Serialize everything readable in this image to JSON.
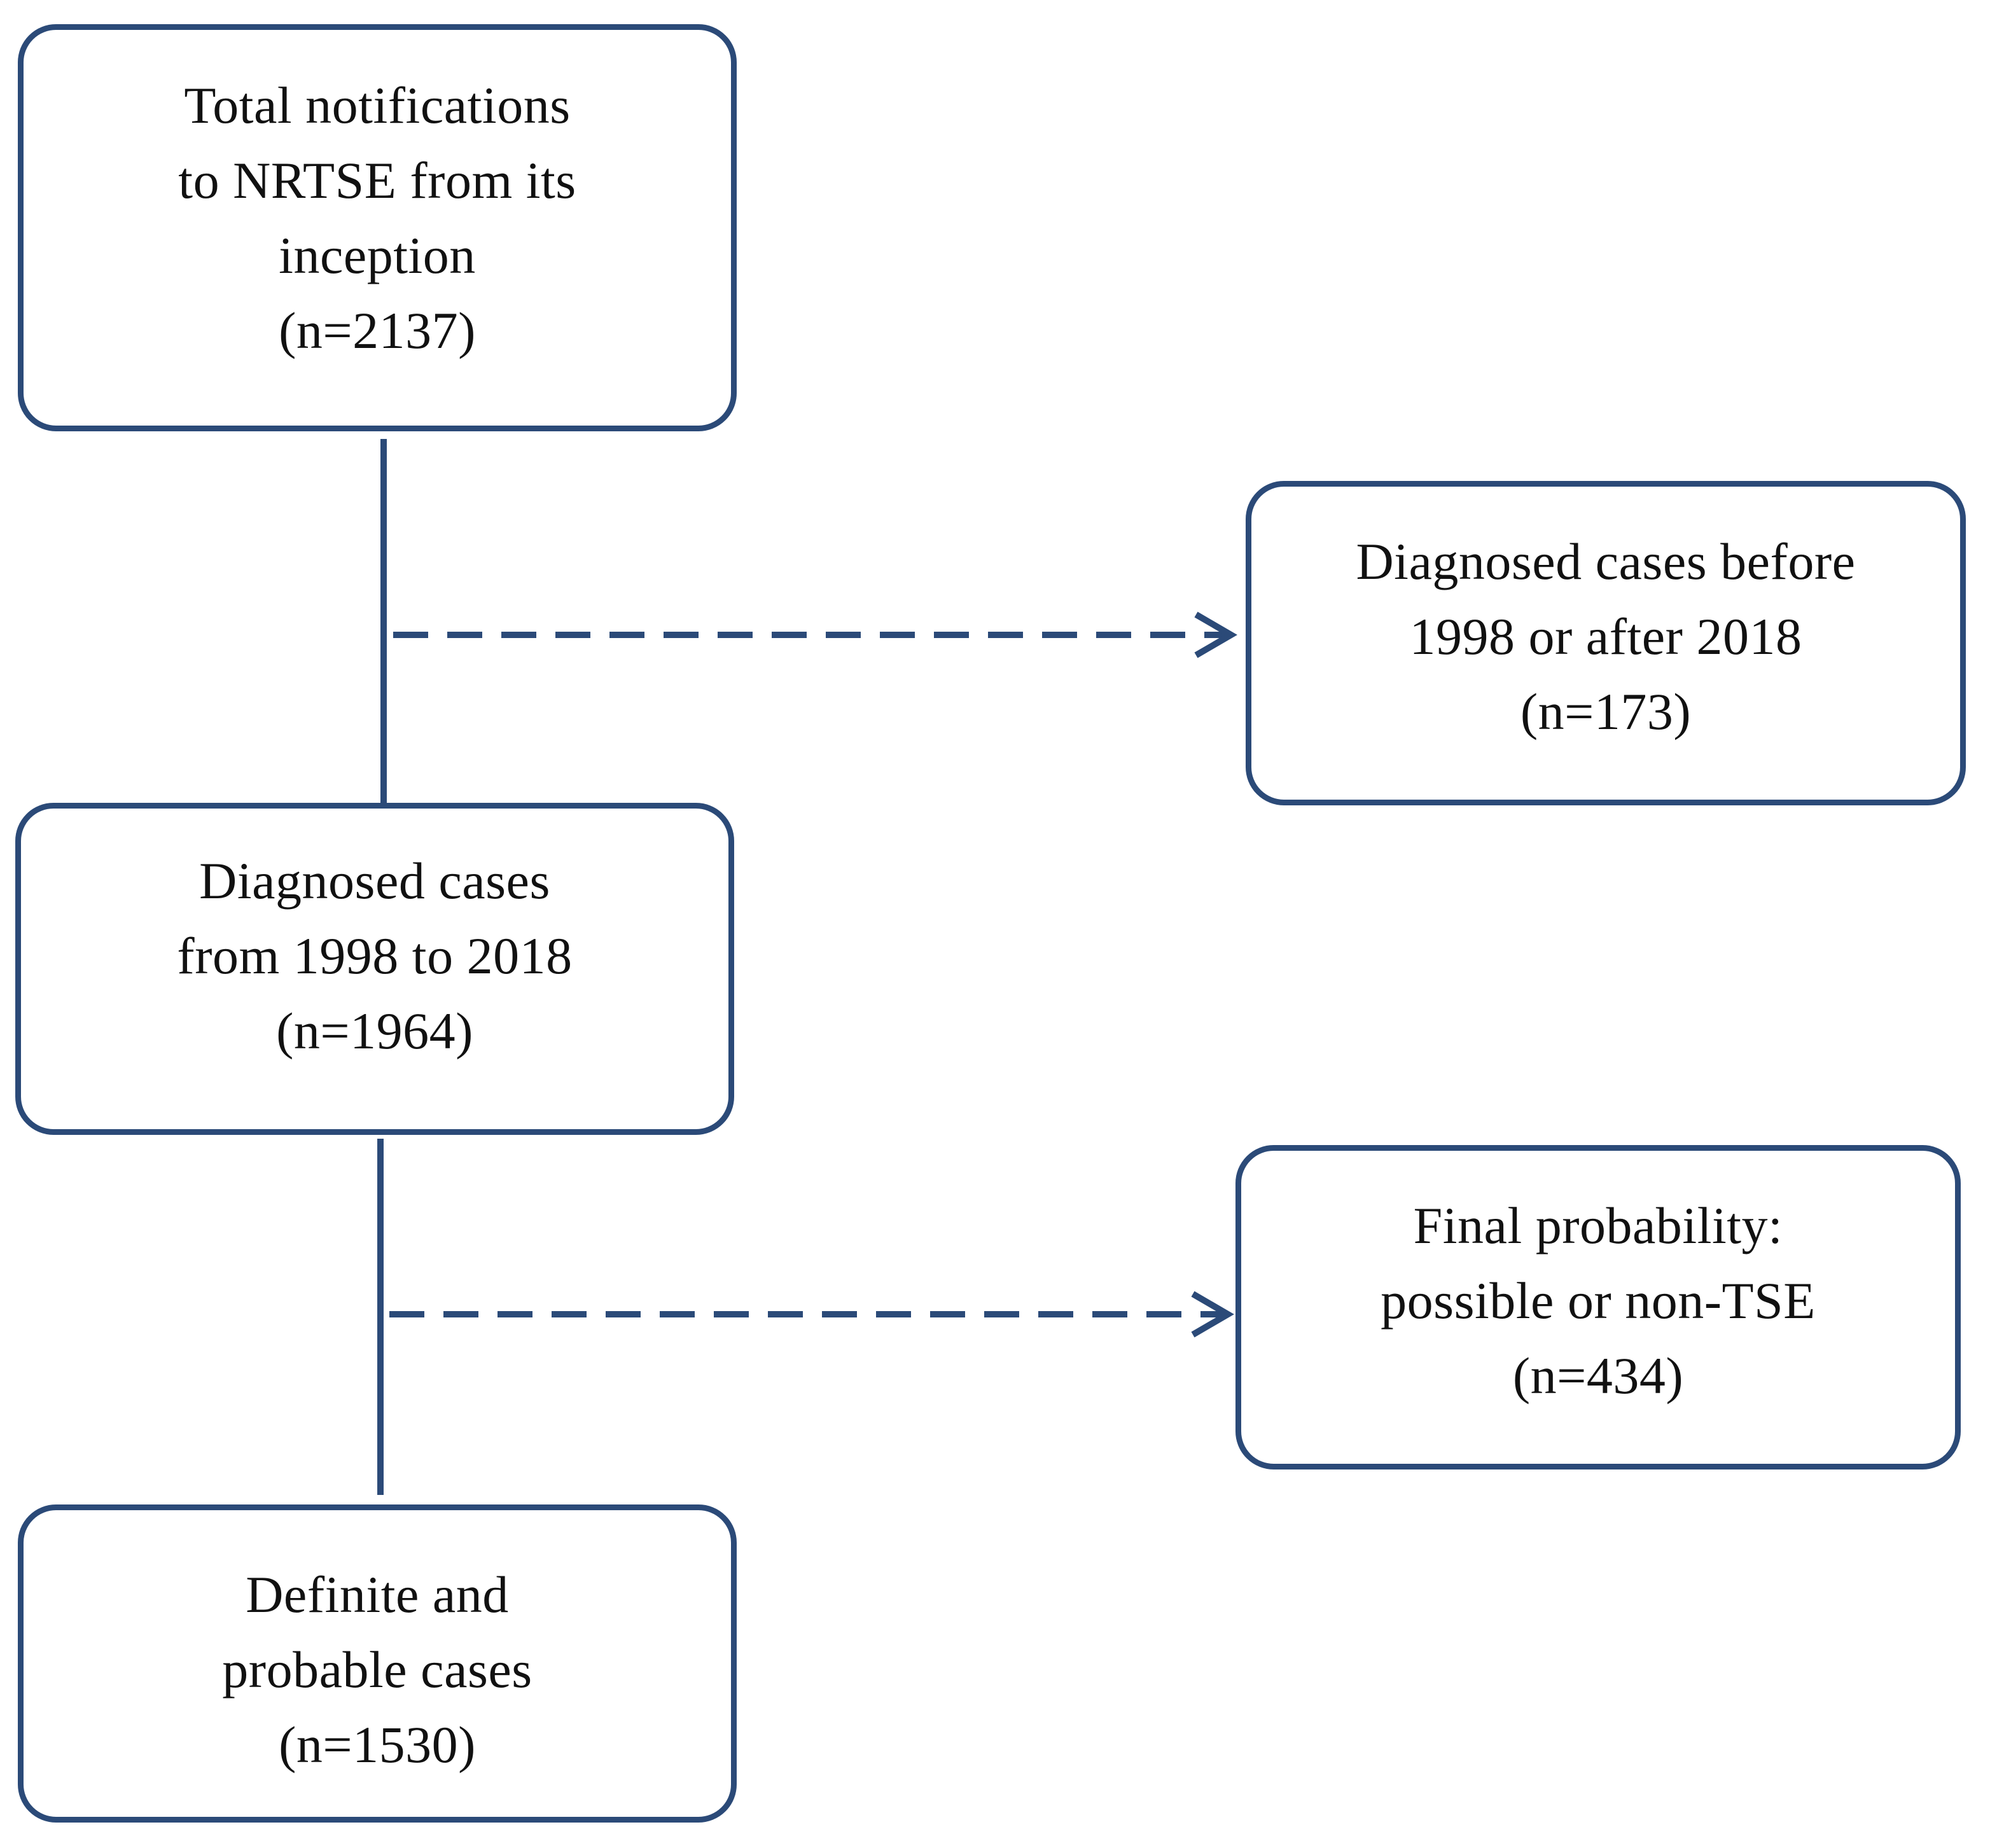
{
  "colors": {
    "stroke": "#2b4a78",
    "text": "#111111",
    "background": "#ffffff"
  },
  "boxes": {
    "total": {
      "lines": [
        "Total notifications",
        "to NRTSE from its",
        "inception",
        "(n=2137)"
      ]
    },
    "excluded_dates": {
      "lines": [
        "Diagnosed cases before",
        "1998 or after 2018",
        "(n=173)"
      ]
    },
    "diagnosed": {
      "lines": [
        "Diagnosed cases",
        "from 1998 to 2018",
        "(n=1964)"
      ]
    },
    "excluded_probability": {
      "lines": [
        "Final probability:",
        "possible or non-TSE",
        "(n=434)"
      ]
    },
    "final": {
      "lines": [
        "Definite and",
        "probable cases",
        "(n=1530)"
      ]
    }
  }
}
